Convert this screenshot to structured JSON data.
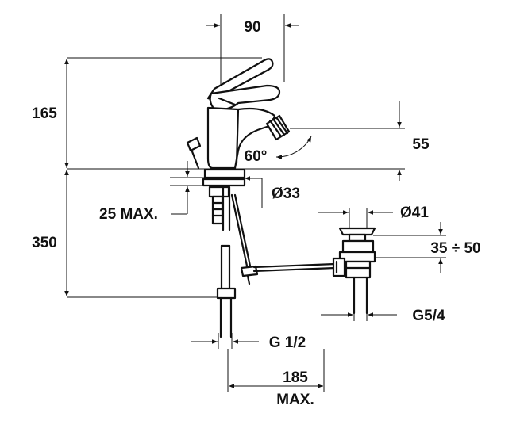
{
  "drawing": {
    "dimensions": {
      "handle_reach": "90",
      "height_above_deck": "165",
      "spout_height": "55",
      "swivel_angle": "60°",
      "deck_thickness_max": "25 MAX.",
      "base_diameter": "Ø33",
      "below_deck_length": "350",
      "drain_flange_diameter": "Ø41",
      "drain_adjust_range": "35 ÷ 50",
      "drain_thread": "G5/4",
      "supply_thread": "G 1/2",
      "rod_reach": "185",
      "rod_reach_suffix": "MAX."
    }
  }
}
